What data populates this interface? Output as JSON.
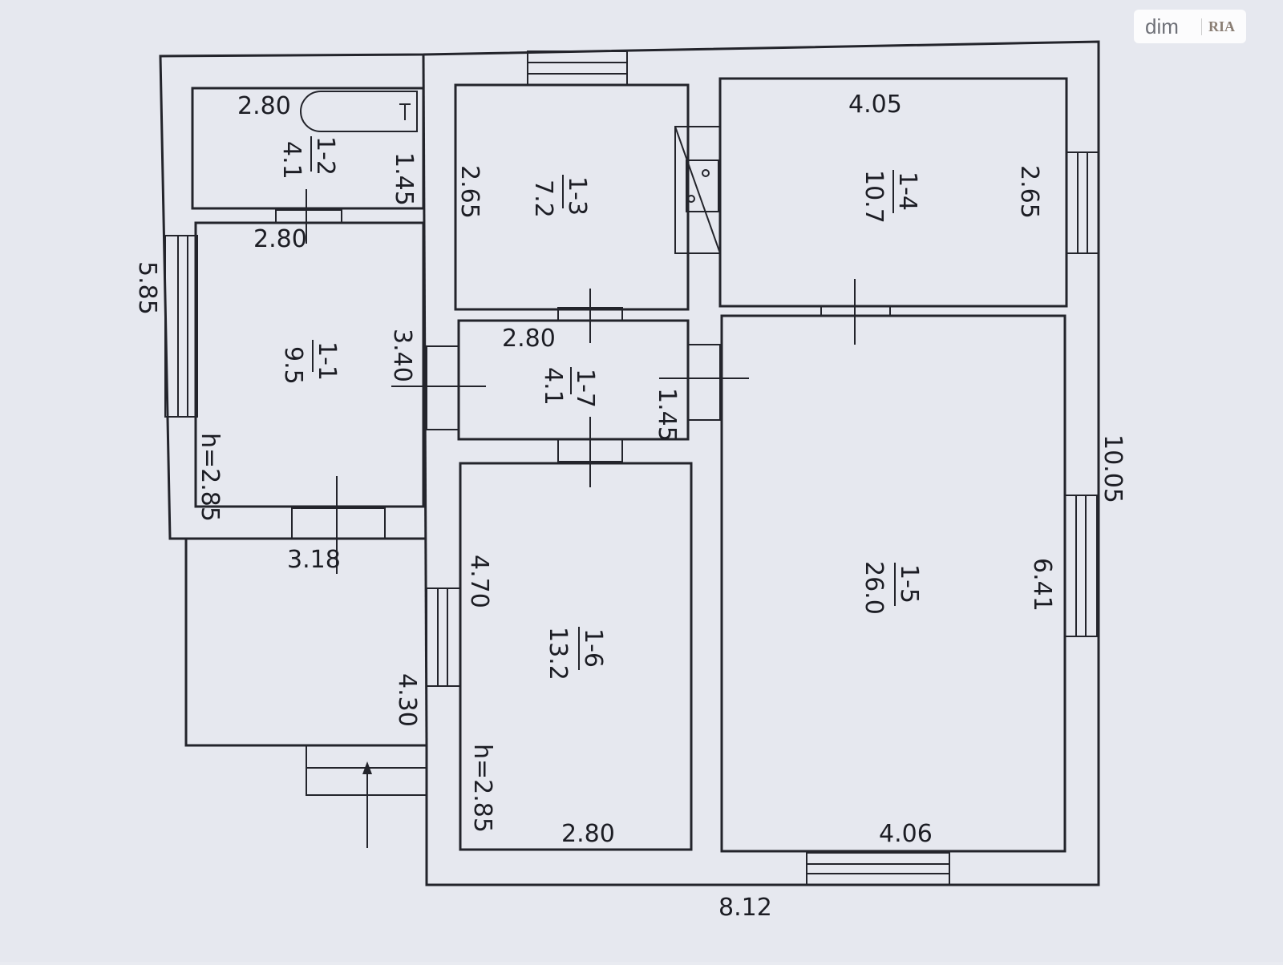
{
  "watermark": {
    "brand": "dim",
    "logo": "RIA"
  },
  "overall": {
    "width": "8.12",
    "depth_right": "10.05",
    "depth_left": "5.85"
  },
  "rooms": {
    "r1_1": {
      "number": "1-1",
      "area": "9.5",
      "width": "2.80",
      "length": "3.40",
      "bottom": "3.18",
      "height": "h=2.85"
    },
    "r1_2": {
      "number": "1-2",
      "area": "4.1",
      "width": "2.80",
      "length": "1.45"
    },
    "r1_3": {
      "number": "1-3",
      "area": "7.2",
      "length": "2.65"
    },
    "r1_4": {
      "number": "1-4",
      "area": "10.7",
      "width": "4.05",
      "length": "2.65"
    },
    "r1_5": {
      "number": "1-5",
      "area": "26.0",
      "width": "4.06",
      "length": "6.41"
    },
    "r1_6": {
      "number": "1-6",
      "area": "13.2",
      "width": "2.80",
      "length": "4.70",
      "height": "h=2.85"
    },
    "r1_7": {
      "number": "1-7",
      "area": "4.1",
      "width": "2.80",
      "length": "1.45"
    }
  },
  "porch": {
    "length": "4.30"
  }
}
